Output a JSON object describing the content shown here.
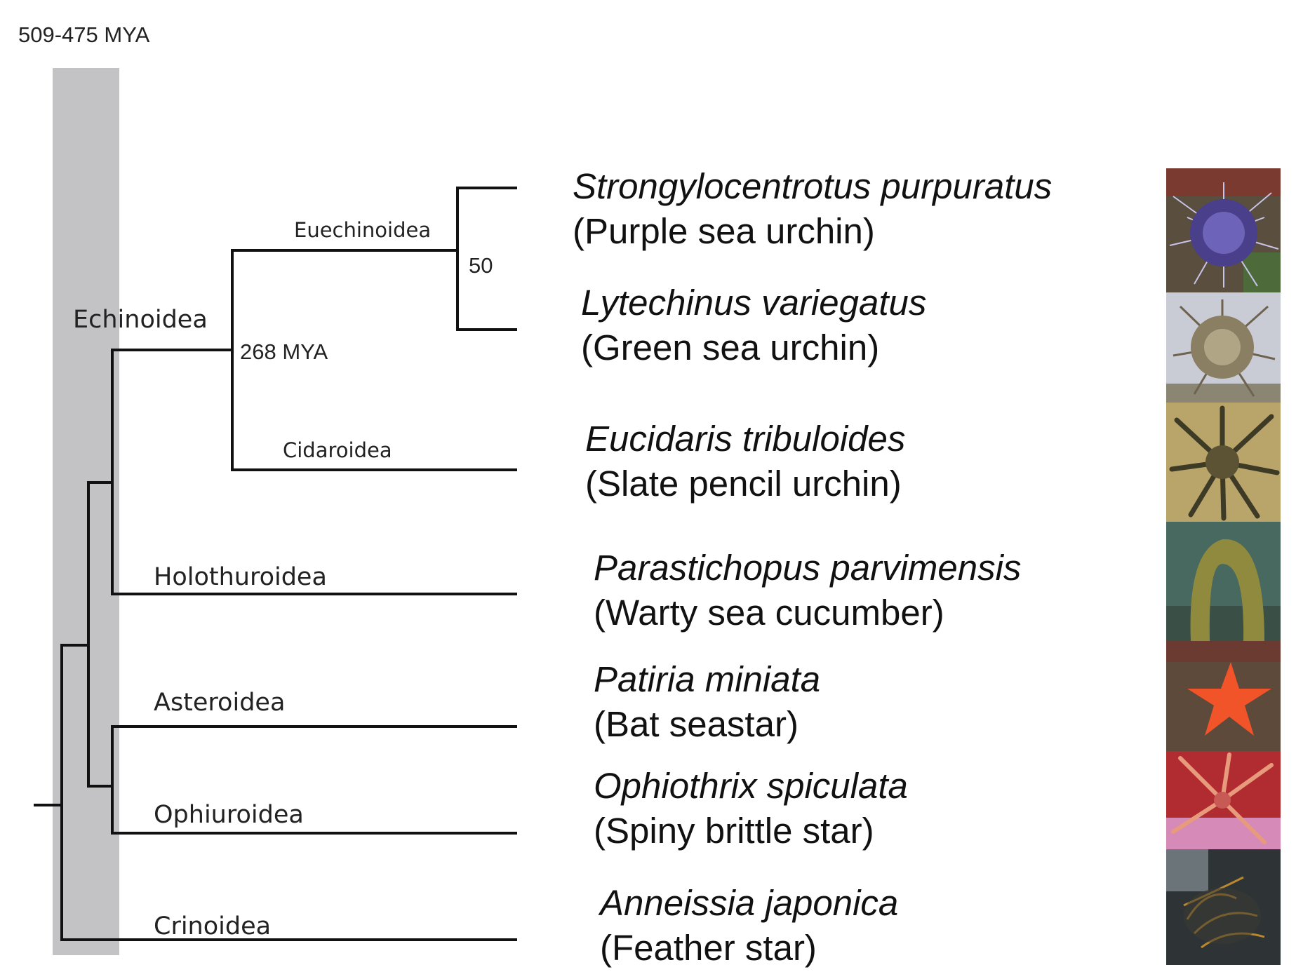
{
  "time_label": "509-475 MYA",
  "nodes": {
    "echinoid_divergence": "268 MYA",
    "euechinoid_divergence": "50"
  },
  "clades": {
    "echinoidea": "Echinoidea",
    "euechinoidea": "Euechinoidea",
    "cidaroidea": "Cidaroidea",
    "holothuroidea": "Holothuroidea",
    "asteroidea": "Asteroidea",
    "ophiuroidea": "Ophiuroidea",
    "crinoidea": "Crinoidea"
  },
  "species": [
    {
      "scientific": "Strongylocentrotus purpuratus",
      "common": "(Purple sea urchin)",
      "photo": "purple-sea-urchin-photo"
    },
    {
      "scientific": "Lytechinus variegatus",
      "common": "(Green sea urchin)",
      "photo": "green-sea-urchin-photo"
    },
    {
      "scientific": "Eucidaris tribuloides",
      "common": "(Slate pencil urchin)",
      "photo": "slate-pencil-urchin-photo"
    },
    {
      "scientific": "Parastichopus parvimensis",
      "common": "(Warty sea cucumber)",
      "photo": "warty-sea-cucumber-photo"
    },
    {
      "scientific": "Patiria miniata",
      "common": "(Bat seastar)",
      "photo": "bat-seastar-photo"
    },
    {
      "scientific": "Ophiothrix spiculata",
      "common": "(Spiny brittle star)",
      "photo": "spiny-brittle-star-photo"
    },
    {
      "scientific": "Anneissia japonica",
      "common": "(Feather star)",
      "photo": "feather-star-photo"
    }
  ],
  "colors": {
    "time_band": "#c3c3c5",
    "branch": "#111111",
    "text": "#222222"
  }
}
